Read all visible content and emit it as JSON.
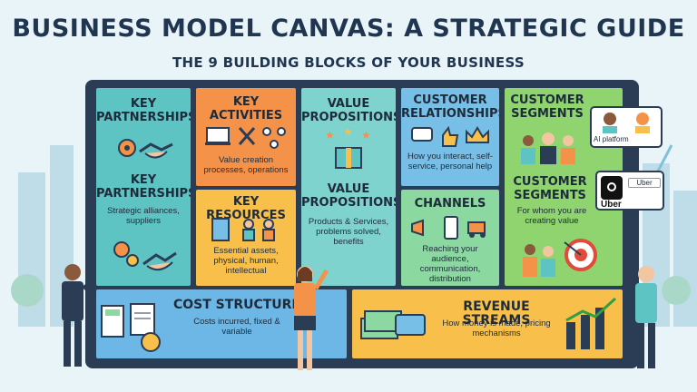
{
  "header": {
    "title": "BUSINESS MODEL CANVAS: A STRATEGIC GUIDE",
    "subtitle": "THE 9 BUILDING BLOCKS OF YOUR BUSINESS"
  },
  "blocks": {
    "key_partnerships": {
      "title": "KEY PARTNERSHIPS",
      "title_repeat": "KEY PARTNERSHIPS",
      "desc": "Strategic alliances, suppliers"
    },
    "key_activities": {
      "title": "KEY ACTIVITIES",
      "desc": "Value creation processes, operations"
    },
    "key_resources": {
      "title": "KEY RESOURCES",
      "desc": "Essential assets, physical, human, intellectual"
    },
    "value_propositions": {
      "title": "VALUE PROPOSITIONS",
      "title_repeat": "VALUE PROPOSITIONS",
      "desc": "Products & Services, problems solved, benefits"
    },
    "customer_relationships": {
      "title": "CUSTOMER RELATIONSHIPS",
      "desc": "How you interact, self-service, personal help"
    },
    "channels": {
      "title": "CHANNELS",
      "desc": "Reaching your audience, communication, distribution"
    },
    "customer_segments": {
      "title": "CUSTOMER SEGMENTS",
      "title_repeat": "CUSTOMER SEGMENTS",
      "desc": "For whom you are creating value"
    },
    "cost_structure": {
      "title": "COST STRUCTURE",
      "desc": "Costs incurred, fixed & variable"
    },
    "revenue_streams": {
      "title": "REVENUE STREAMS",
      "desc": "How money is made, pricing mechanisms"
    }
  },
  "stickers": {
    "ai_platform": "AI platform",
    "uber_tag": "Uber",
    "uber_logo": "Uber"
  },
  "colors": {
    "board": "#2b3d55",
    "key_partnerships": "#5ec3c3",
    "key_activities": "#f5924a",
    "key_resources": "#f8c04a",
    "value_propositions": "#7fd3cf",
    "customer_relationships": "#78bfe8",
    "channels": "#8bd9a1",
    "customer_segments": "#8fd46e",
    "cost_structure": "#6cb7e6",
    "revenue_streams": "#f8c04a"
  },
  "icons": [
    "handshake-icon",
    "gears-icon",
    "laptop-icon",
    "tools-icon",
    "flowchart-icon",
    "building-icon",
    "people-icon",
    "gift-icon",
    "stars-icon",
    "chat-bubble-icon",
    "thumbs-up-icon",
    "crown-icon",
    "megaphone-icon",
    "smartphone-icon",
    "truck-icon",
    "customers-icon",
    "target-icon",
    "calculator-icon",
    "invoice-icon",
    "coin-icon",
    "money-stack-icon",
    "credit-card-icon",
    "growth-chart-icon"
  ]
}
